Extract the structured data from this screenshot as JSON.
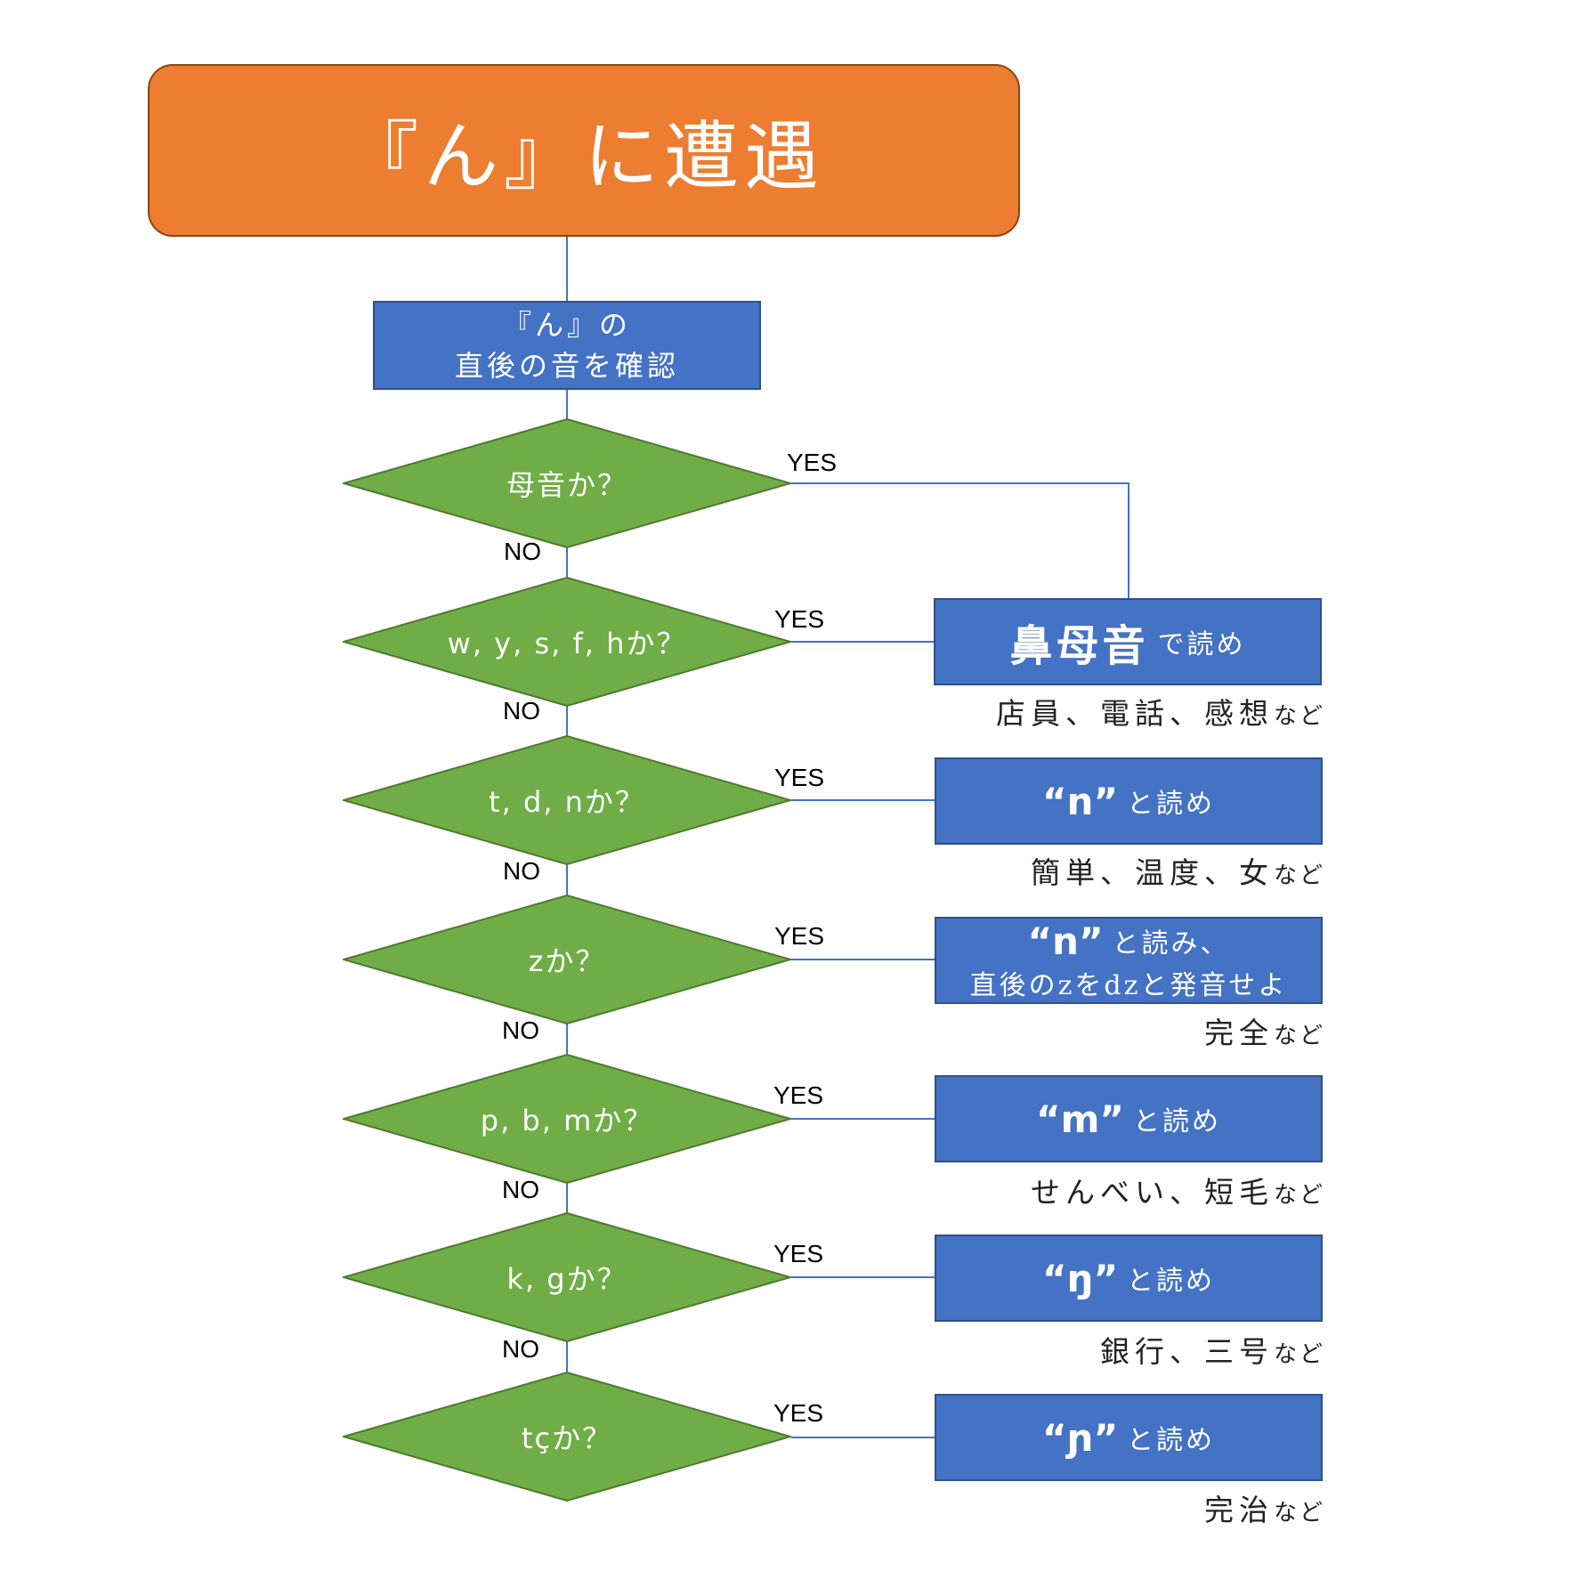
{
  "title": "『ん』に遭遇",
  "step": {
    "line1": "『ん』の",
    "line2": "直後の音を確認"
  },
  "labels": {
    "yes": "YES",
    "no": "NO"
  },
  "questions": [
    "母音か？",
    "w, y, s, f, hか？",
    "t, d, nか？",
    "zか？",
    "p, b, mか？",
    "k, gか？",
    "tçか？"
  ],
  "results": [
    {
      "main": "鼻母音",
      "suffix": "で読め",
      "examples": "店員、電話、感想",
      "tail": "など"
    },
    {
      "main": "“n”",
      "suffix": "と読め",
      "examples": "簡単、温度、女",
      "tail": "など"
    },
    {
      "main": "“n”",
      "suffix": "と読み、",
      "line2": "直後のzをdzと発音せよ",
      "examples": "完全",
      "tail": "など"
    },
    {
      "main": "“m”",
      "suffix": "と読め",
      "examples": "せんべい、短毛",
      "tail": "など"
    },
    {
      "main": "“ŋ”",
      "suffix": "と読め",
      "examples": "銀行、三号",
      "tail": "など"
    },
    {
      "main": "“ɲ”",
      "suffix": "と読め",
      "examples": "完治",
      "tail": "など"
    }
  ],
  "colors": {
    "title_fill": "#ed7d31",
    "box_fill": "#4472c4",
    "decision_fill": "#70ad47",
    "connector": "#4472c4"
  }
}
